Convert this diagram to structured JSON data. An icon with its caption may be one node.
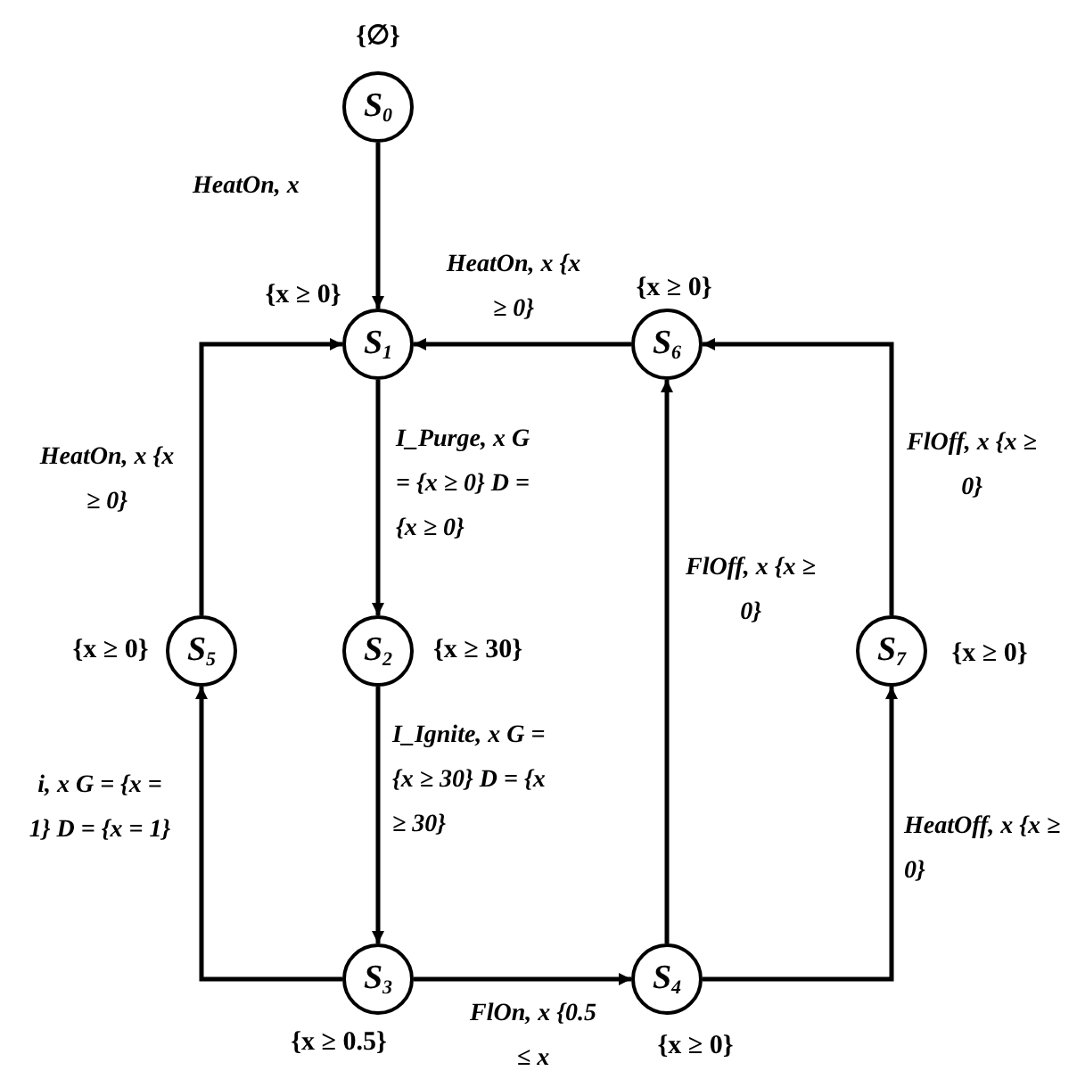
{
  "diagram": {
    "nodes": [
      {
        "text": [
          "S$_{0}$"
        ],
        "beside": [
          "{∅}"
        ]
      },
      {
        "text": [
          "S$_{1}$"
        ],
        "beside": [
          "{x ≥ 0}"
        ]
      },
      {
        "text": [
          "S$_{2}$"
        ],
        "beside": [
          "{x ≥ 30}"
        ]
      },
      {
        "text": [
          "S$_{3}$"
        ],
        "beside": [
          "{x ≥ 0.5}"
        ]
      },
      {
        "text": [
          "S$_{4}$"
        ],
        "beside": [
          "{x ≥ 0}"
        ]
      },
      {
        "text": [
          "S$_{5}$"
        ],
        "beside": [
          "{x ≥ 0}"
        ]
      },
      {
        "text": [
          "S$_{6}$"
        ],
        "beside": [
          "{x ≥ 0}"
        ]
      },
      {
        "text": [
          "S$_{7}$"
        ],
        "beside": [
          "{x ≥ 0}"
        ]
      }
    ],
    "edges": [
      {
        "from": 0,
        "to": 1,
        "arrow": "to",
        "label": "HeatOn, x"
      },
      {
        "from": 6,
        "to": 1,
        "arrow": "to",
        "label": "HeatOn, x {x ≥ 0}"
      },
      {
        "from": 5,
        "to": 1,
        "arrow": "to",
        "label": "HeatOn, x {x ≥ 0}"
      },
      {
        "from": 1,
        "to": 2,
        "arrow": "to",
        "label": "I_Purge, x G = {x ≥ 0} D = {x ≥ 0}"
      },
      {
        "from": 2,
        "to": 3,
        "arrow": "to",
        "label": "I_Ignite, x G = {x ≥ 30} D = {x ≥ 30}"
      },
      {
        "from": 3,
        "to": 5,
        "arrow": "to",
        "label": "i, x G = {x = 1} D = {x = 1}"
      },
      {
        "from": 3,
        "to": 4,
        "arrow": "to",
        "label": "FlOn, x {0.5 ≤ x"
      },
      {
        "from": 4,
        "to": 6,
        "arrow": "to",
        "label": "FlOff, x {x ≥ 0}"
      },
      {
        "from": 4,
        "to": 7,
        "arrow": "to",
        "label": "HeatOff, x {x ≥ 0}"
      },
      {
        "from": 7,
        "to": 6,
        "arrow": "to",
        "label": "FlOff, x {x ≥ 0}"
      }
    ]
  }
}
